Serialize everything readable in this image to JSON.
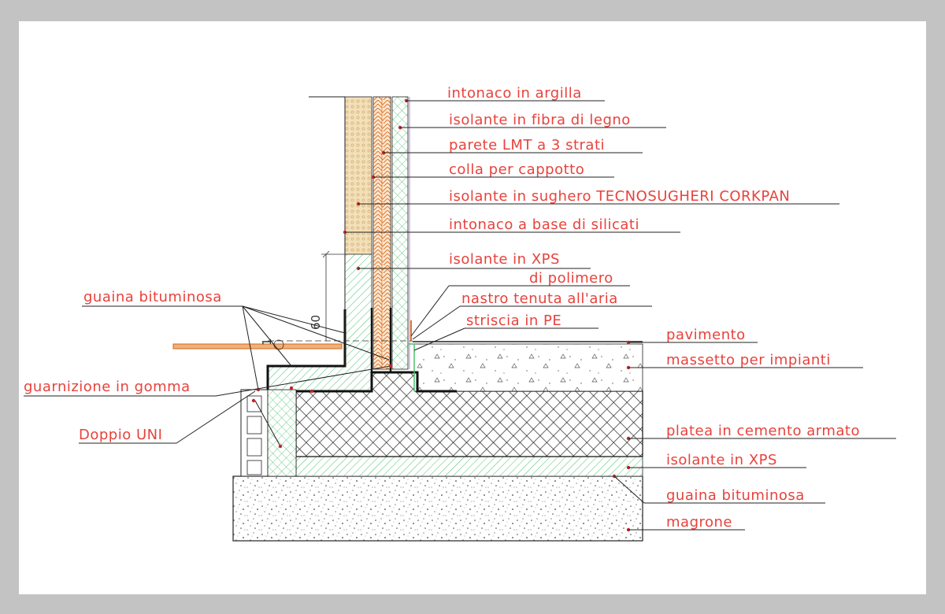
{
  "labels": {
    "intonaco_argilla": "intonaco in argilla",
    "isolante_fibra_legno": "isolante in fibra di legno",
    "parete_lmt": "parete LMT a 3 strati",
    "colla_cappotto": "colla per cappotto",
    "isolante_sughero": "isolante in sughero TECNOSUGHERI CORKPAN",
    "intonaco_silicati": "intonaco a base di silicati",
    "isolante_xps_wall": "isolante in XPS",
    "di_polimero": "di polimero",
    "nastro_tenuta": "nastro tenuta all'aria",
    "striscia_pe": "striscia in PE",
    "pavimento": "pavimento",
    "massetto": "massetto per impianti",
    "platea": "platea in cemento armato",
    "isolante_xps_slab": "isolante in XPS",
    "guaina_right": "guaina bituminosa",
    "magrone": "magrone",
    "guaina_left": "guaina bituminosa",
    "guarnizione": "guarnizione in gomma",
    "doppio_uni": "Doppio UNI"
  },
  "dimensions": {
    "height_60": "60",
    "small_1": "1"
  },
  "colors": {
    "background": "#c3c3c3",
    "sheet": "#ffffff",
    "label_text": "#e8423c",
    "cork": "#f0dcb4",
    "xps_green": "#2fb35a",
    "wood_orange": "#e07a2a",
    "concrete_hatch": "#222222"
  }
}
